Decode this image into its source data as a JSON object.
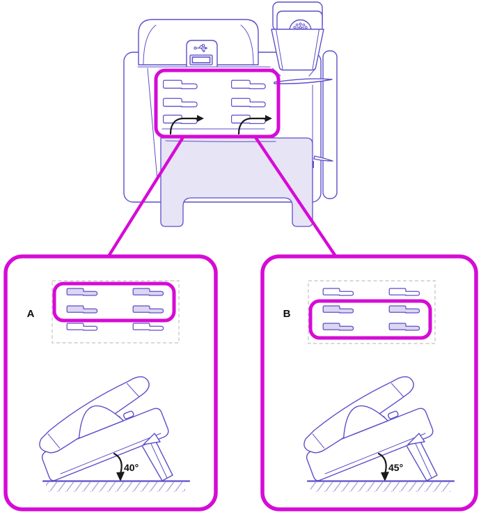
{
  "figure": {
    "kind": "phone-footstand-adjustment-diagram",
    "back_view": {
      "slot_grid": {
        "rows": 3,
        "cols": 2
      },
      "insert_arrows": 2,
      "icons": [
        "usb-icon",
        "speaker-grille"
      ]
    }
  },
  "panels": [
    {
      "label": "A",
      "angle": "40°",
      "filled_rows": [
        1,
        2
      ],
      "highlighted_rows": [
        1,
        2
      ]
    },
    {
      "label": "B",
      "angle": "45°",
      "filled_rows": [
        2,
        3
      ],
      "highlighted_rows": [
        2,
        3
      ]
    }
  ],
  "colors": {
    "highlight_magenta": "#d60bd6",
    "outline_purple": "#5c4ec9",
    "fill_lavender": "#e7e4f6",
    "slot_fill": "#dcd6f0",
    "arrow_black": "#1a1a1a",
    "hatch": "#b3a9e2",
    "dashed_gray": "#cbcbcb"
  }
}
